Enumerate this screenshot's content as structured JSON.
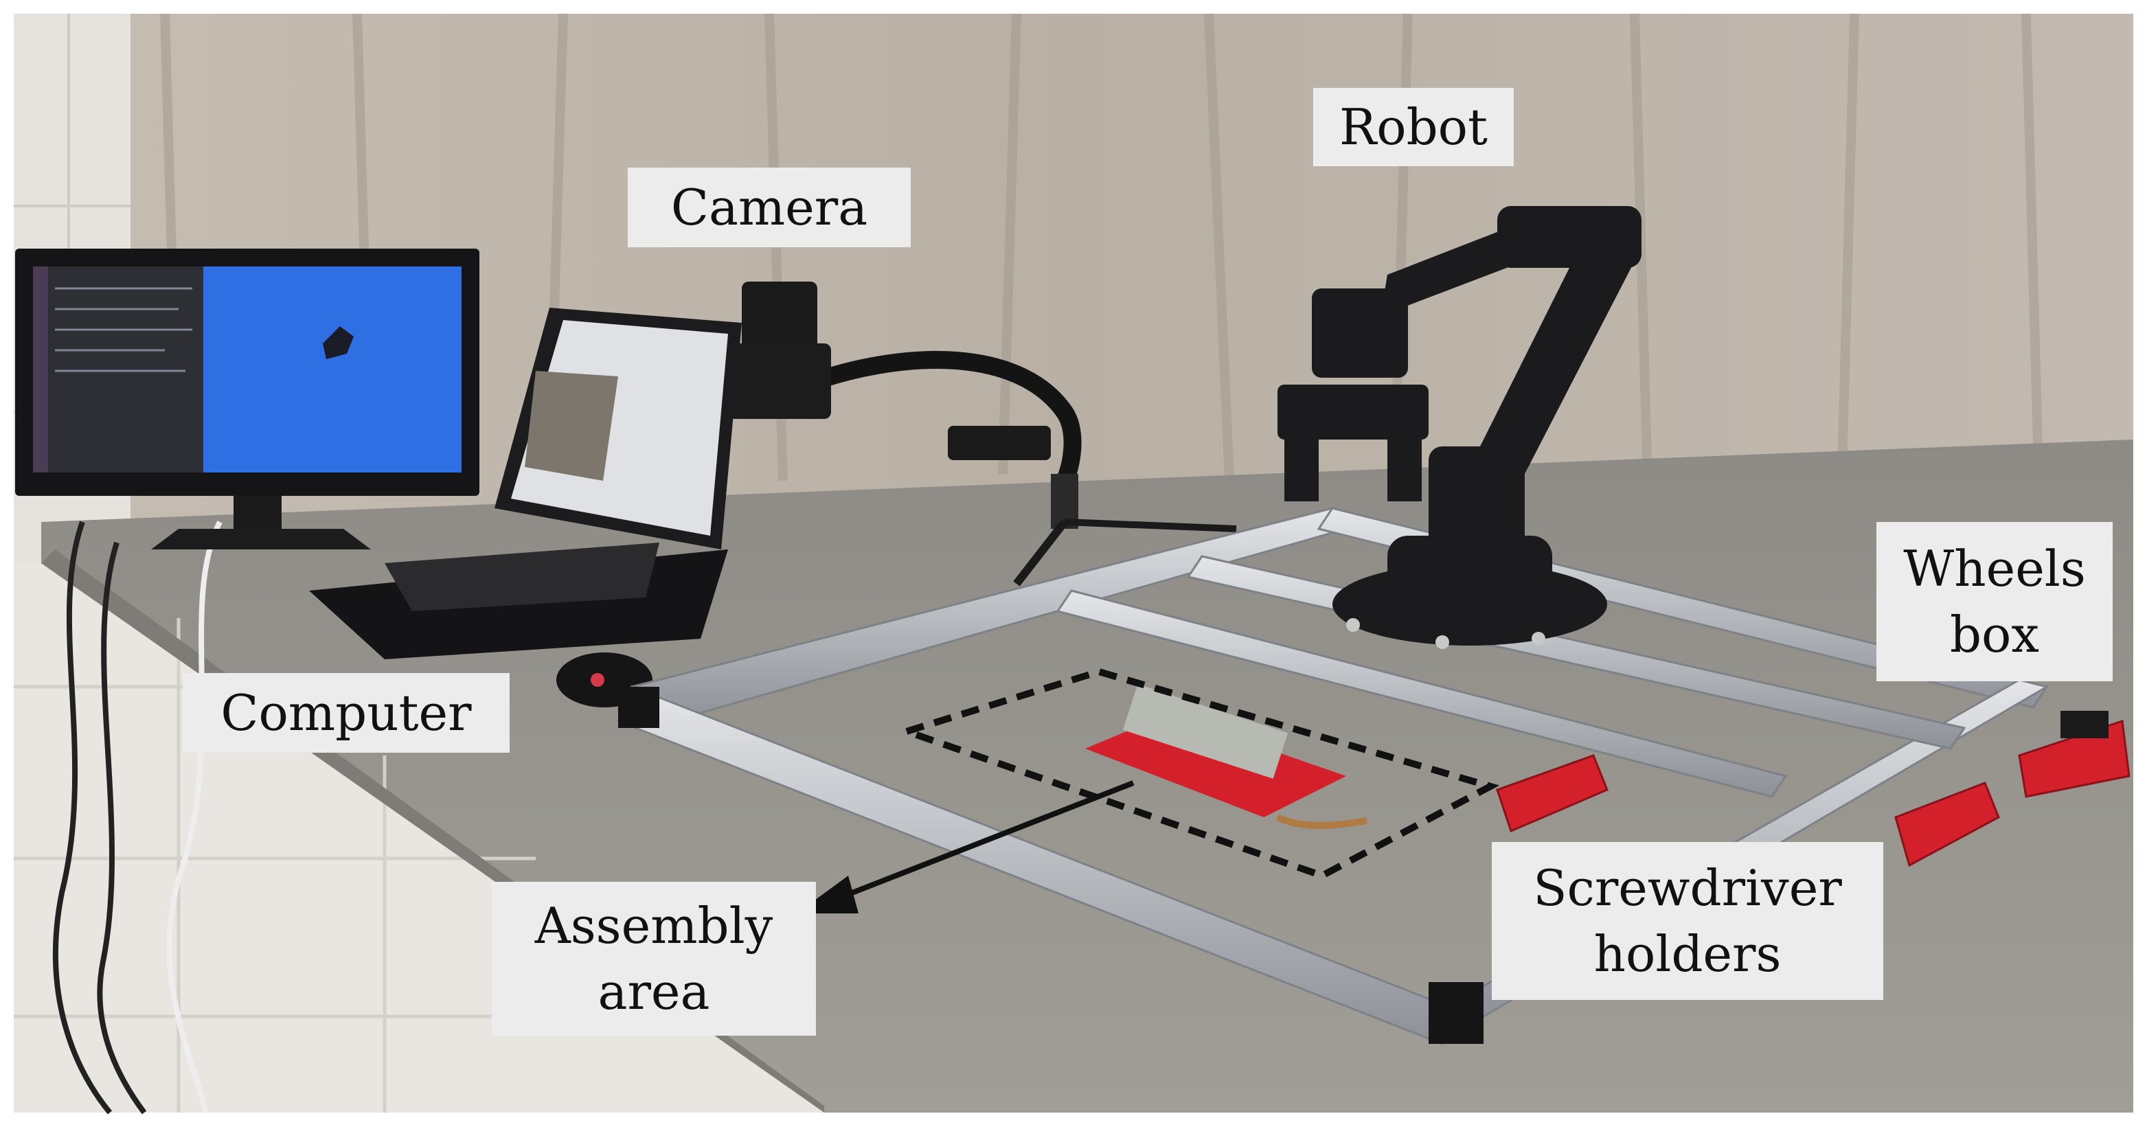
{
  "labels": {
    "robot": "Robot",
    "camera": "Camera",
    "computer": "Computer",
    "wheels_box": [
      "Wheels",
      "box"
    ],
    "screwdriver_holders": [
      "Screwdriver",
      "holders"
    ],
    "assembly_area": [
      "Assembly",
      "area"
    ]
  },
  "colors": {
    "label_bg": "#ececec",
    "curtain": "#b7afa5",
    "table": "#a7a59f",
    "frame_aluminum": "#c9ccd0",
    "robot_black": "#1b1b1d",
    "red_parts": "#d4202b",
    "monitor_screen": "#2f6fe4"
  }
}
